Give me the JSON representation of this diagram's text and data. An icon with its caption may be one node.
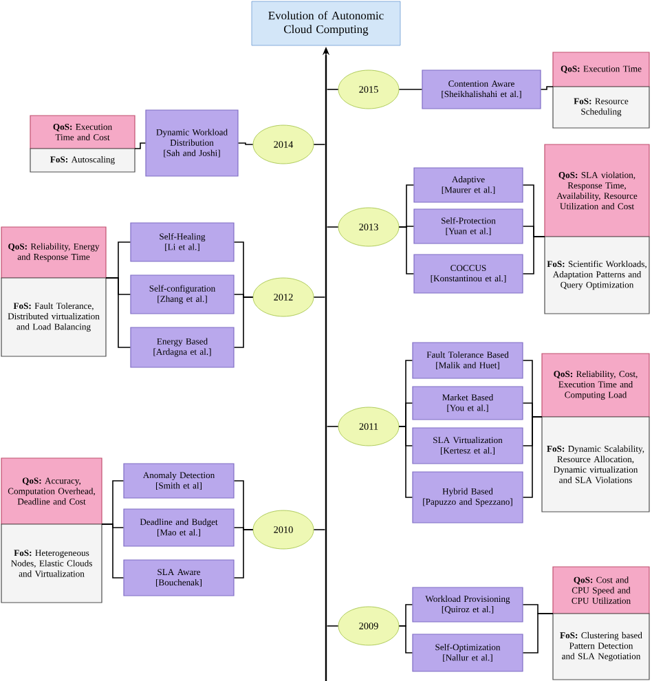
{
  "diagram": {
    "title": "Evolution of Autonomic Cloud Computing",
    "nodes": [
      {
        "text": [
          "2015"
        ]
      },
      {
        "text": [
          "Contention Aware",
          "[Sheikhalishahi et al.]"
        ]
      },
      {
        "text": [
          "**QoS:** Execution Time",
          "**FoS:** Resource Scheduling"
        ]
      },
      {
        "text": [
          "2014"
        ]
      },
      {
        "text": [
          "Dynamic Workload Distribution",
          "[Sah and Joshi]"
        ]
      },
      {
        "text": [
          "**QoS:** Execution Time and Cost",
          "**FoS:** Autoscaling"
        ]
      },
      {
        "text": [
          "2013"
        ]
      },
      {
        "text": [
          "Adaptive",
          "[Maurer et al.]"
        ]
      },
      {
        "text": [
          "Self-Protection",
          "[Yuan et al.]"
        ]
      },
      {
        "text": [
          "COCCUS",
          "[Konstantinou et al.]"
        ]
      },
      {
        "text": [
          "**QoS:** SLA violation, Response Time, Availability, Resource Utilization and Cost",
          "**FoS:** Scientific Workloads, Adaptation Patterns and Query Optimization"
        ]
      },
      {
        "text": [
          "2012"
        ]
      },
      {
        "text": [
          "Self-Healing",
          "[Li et al.]"
        ]
      },
      {
        "text": [
          "Self-configuration",
          "[Zhang et al.]"
        ]
      },
      {
        "text": [
          "Energy Based",
          "[Ardagna et al.]"
        ]
      },
      {
        "text": [
          "**QoS:** Reliability, Energy and Response Time",
          "**FoS:** Fault Tolerance, Distributed virtualization and Load Balancing"
        ]
      },
      {
        "text": [
          "2011"
        ]
      },
      {
        "text": [
          "Fault Tolerance Based",
          "[Malik and Huet]"
        ]
      },
      {
        "text": [
          "Market Based",
          "[You et al.]"
        ]
      },
      {
        "text": [
          "SLA Virtualization",
          "[Kertesz et al.]"
        ]
      },
      {
        "text": [
          "Hybrid Based",
          "[Papuzzo and Spezzano]"
        ]
      },
      {
        "text": [
          "**QoS:** Reliability, Cost, Execution Time and Computing Load",
          "**FoS:** Dynamic Scalability, Resource Allocation, Dynamic virtualization and SLA Violations"
        ]
      },
      {
        "text": [
          "2010"
        ]
      },
      {
        "text": [
          "Anomaly Detection",
          "[Smith et al]"
        ]
      },
      {
        "text": [
          "Deadline and Budget",
          "[Mao et al.]"
        ]
      },
      {
        "text": [
          "SLA Aware",
          "[Bouchenak]"
        ]
      },
      {
        "text": [
          "**QoS:** Accuracy, Computation Overhead, Deadline and Cost",
          "**FoS:** Heterogeneous Nodes, Elastic Clouds and Virtualization"
        ]
      },
      {
        "text": [
          "2009"
        ]
      },
      {
        "text": [
          "Workload Provisioning",
          "[Quiroz et al.]"
        ]
      },
      {
        "text": [
          "Self-Optimization",
          "[Nallur et al.]"
        ]
      },
      {
        "text": [
          "**QoS:** Cost and CPU Speed and CPU Utilization",
          "**FoS:** Clustering based Pattern Detection and SLA Negotiation"
        ]
      },
      {
        "text": [],
        "shape": "bar"
      }
    ],
    "edges": [
      {
        "from": 0,
        "to": 1,
        "arrow": "none"
      },
      {
        "from": 1,
        "to": 2,
        "arrow": "none"
      },
      {
        "from": 3,
        "to": 4,
        "arrow": "none"
      },
      {
        "from": 4,
        "to": 5,
        "arrow": "none"
      },
      {
        "from": 6,
        "to": 7,
        "arrow": "none"
      },
      {
        "from": 6,
        "to": 8,
        "arrow": "none"
      },
      {
        "from": 6,
        "to": 9,
        "arrow": "none"
      },
      {
        "from": 7,
        "to": 10,
        "arrow": "none"
      },
      {
        "from": 8,
        "to": 10,
        "arrow": "none"
      },
      {
        "from": 9,
        "to": 10,
        "arrow": "none"
      },
      {
        "from": 11,
        "to": 12,
        "arrow": "none"
      },
      {
        "from": 11,
        "to": 13,
        "arrow": "none"
      },
      {
        "from": 11,
        "to": 14,
        "arrow": "none"
      },
      {
        "from": 12,
        "to": 15,
        "arrow": "none"
      },
      {
        "from": 13,
        "to": 15,
        "arrow": "none"
      },
      {
        "from": 14,
        "to": 15,
        "arrow": "none"
      },
      {
        "from": 16,
        "to": 17,
        "arrow": "none"
      },
      {
        "from": 16,
        "to": 18,
        "arrow": "none"
      },
      {
        "from": 16,
        "to": 19,
        "arrow": "none"
      },
      {
        "from": 16,
        "to": 20,
        "arrow": "none"
      },
      {
        "from": 17,
        "to": 21,
        "arrow": "none"
      },
      {
        "from": 18,
        "to": 21,
        "arrow": "none"
      },
      {
        "from": 19,
        "to": 21,
        "arrow": "none"
      },
      {
        "from": 20,
        "to": 21,
        "arrow": "none"
      },
      {
        "from": 22,
        "to": 23,
        "arrow": "none"
      },
      {
        "from": 22,
        "to": 24,
        "arrow": "none"
      },
      {
        "from": 22,
        "to": 25,
        "arrow": "none"
      },
      {
        "from": 23,
        "to": 26,
        "arrow": "none"
      },
      {
        "from": 24,
        "to": 26,
        "arrow": "none"
      },
      {
        "from": 25,
        "to": 26,
        "arrow": "none"
      },
      {
        "from": 27,
        "to": 28,
        "arrow": "none"
      },
      {
        "from": 27,
        "to": 29,
        "arrow": "none"
      },
      {
        "from": 28,
        "to": 30,
        "arrow": "none"
      },
      {
        "from": 29,
        "to": 30,
        "arrow": "none"
      },
      {
        "from": 31,
        "to": null,
        "arrow": "to"
      },
      {
        "from": 0,
        "to": 31,
        "arrow": "none"
      },
      {
        "from": 3,
        "to": 31,
        "arrow": "none"
      },
      {
        "from": 6,
        "to": 31,
        "arrow": "none"
      },
      {
        "from": 11,
        "to": 31,
        "arrow": "none"
      },
      {
        "from": 16,
        "to": 31,
        "arrow": "none"
      },
      {
        "from": 22,
        "to": 31,
        "arrow": "none"
      },
      {
        "from": 27,
        "to": 31,
        "arrow": "none"
      }
    ]
  }
}
